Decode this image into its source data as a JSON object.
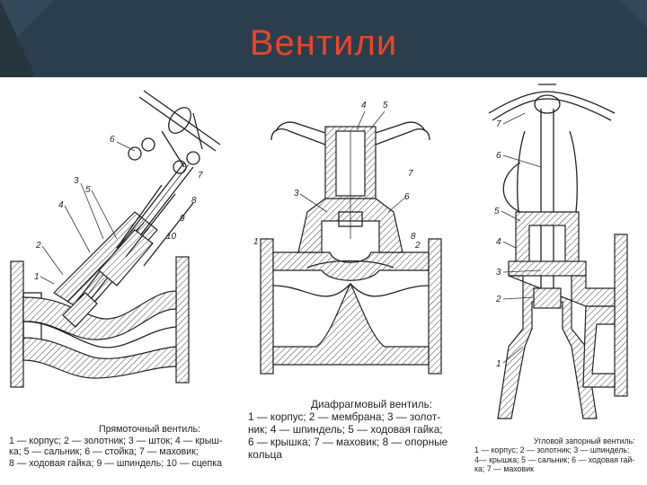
{
  "slide": {
    "title": "Вентили",
    "colors": {
      "header_bg": "#2b3e4c",
      "title": "#e8452c",
      "drawing": "#222222"
    }
  },
  "figures": [
    {
      "caption_title": "Прямоточный вентиль:",
      "caption_lines": [
        "1 — корпус; 2 — золотник; 3 — шток; 4 — крыш-",
        "ка; 5 — сальник; 6 — стойка; 7 — маховик;",
        "8 — ходовая гайка; 9 — шпиндель; 10 — сцепка"
      ],
      "labels": [
        "1",
        "2",
        "3",
        "4",
        "5",
        "6",
        "7",
        "8",
        "9",
        "10"
      ]
    },
    {
      "caption_title": "Диафрагмовый вентиль:",
      "caption_lines": [
        "1 — корпус; 2 — мембрана; 3 — золот-",
        "ник; 4 — шпиндель; 5 — ходовая гайка;",
        "6 — крышка; 7 — маховик; 8 — опорные",
        "кольца"
      ],
      "labels": [
        "1",
        "2",
        "3",
        "4",
        "5",
        "6",
        "7",
        "8"
      ]
    },
    {
      "caption_title": "Угловой запорный вентиль:",
      "caption_lines": [
        "1 — корпус; 2 — золотник; 3 — шпиндель;",
        "4— крышка; 5 — сальник; 6 — ходовая гай-",
        "ка; 7 — маховик"
      ],
      "labels": [
        "1",
        "2",
        "3",
        "4",
        "5",
        "6",
        "7"
      ]
    }
  ]
}
